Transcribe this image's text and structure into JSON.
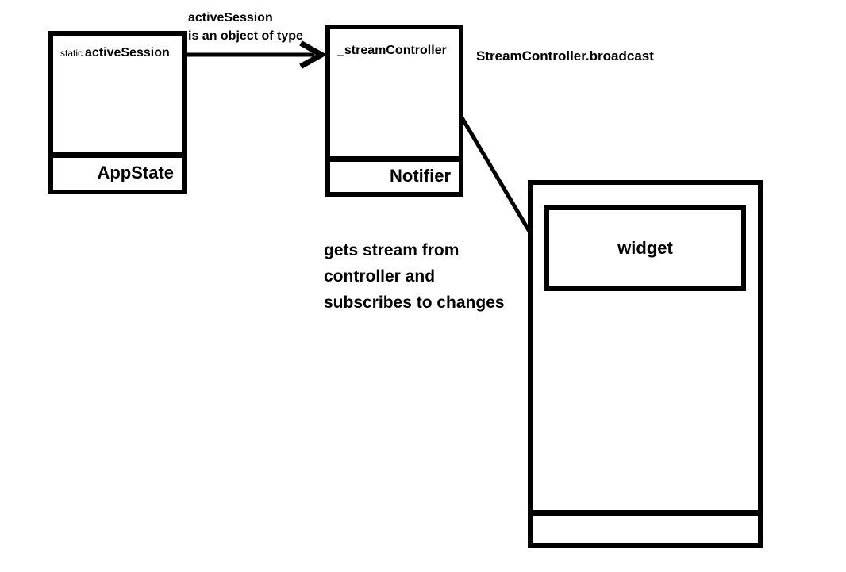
{
  "canvas": {
    "background": "#ffffff",
    "ink": "#000000"
  },
  "boxes": {
    "appstate": {
      "title": "AppState",
      "member_modifier": "static",
      "member": "activeSession"
    },
    "notifier": {
      "title": "Notifier",
      "member": "_streamController"
    },
    "widget_container": {
      "title": ""
    },
    "widget": {
      "label": "widget"
    }
  },
  "annotations": {
    "arrow_type_note": "activeSession\nis an object of type",
    "broadcast_note": "StreamController.broadcast",
    "subscribe_note": "gets stream from\ncontroller and\nsubscribes to changes"
  }
}
